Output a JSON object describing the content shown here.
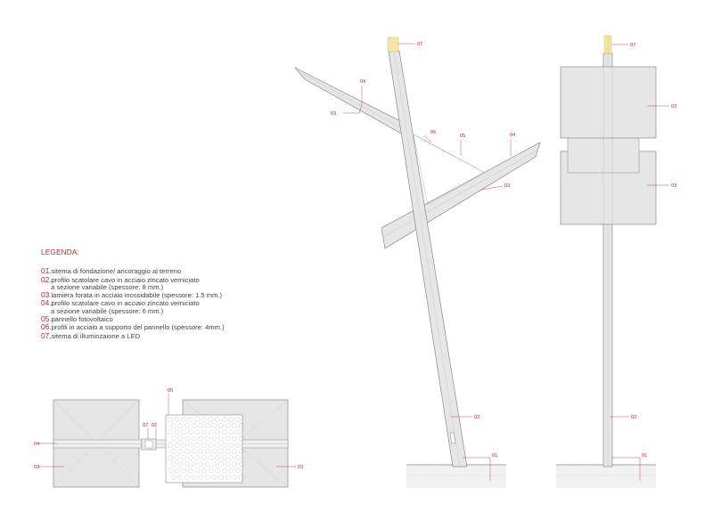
{
  "legend": {
    "title": "LEGENDA:",
    "items": [
      {
        "num": "01",
        "text": ".sitema di fondazione/ ancoraggio al terreno",
        "cont": []
      },
      {
        "num": "02",
        "text": ".profilo scatolare cavo in acciaio zincato verniciato",
        "cont": [
          "a sezione variabile (spessore: 8 mm.)"
        ]
      },
      {
        "num": "03",
        "text": ".lamiera forata in acciaio inossidabile (spessore: 1.5 mm.)",
        "cont": []
      },
      {
        "num": "04",
        "text": ".profilo scatolare cavo in acciaio zincato verniciato",
        "cont": [
          "a sezione variabile (spessore: 6 mm.)"
        ]
      },
      {
        "num": "05",
        "text": ".pannello fotovoltaico",
        "cont": []
      },
      {
        "num": "06",
        "text": ".profili in acciaio a supporto del pannello (spessore: 4mm.)",
        "cont": []
      },
      {
        "num": "07",
        "text": ".sitema di illuminzaione a LED",
        "cont": []
      }
    ]
  },
  "callouts": {
    "c01": "01",
    "c02": "02",
    "c03": "03",
    "c04": "04",
    "c05": "05",
    "c06": "06",
    "c07": "07"
  },
  "colors": {
    "accent_red": "#c0212a",
    "panel_fill": "#e6e6e6",
    "line": "#8a8a8a",
    "led": "#f3e6a6"
  }
}
